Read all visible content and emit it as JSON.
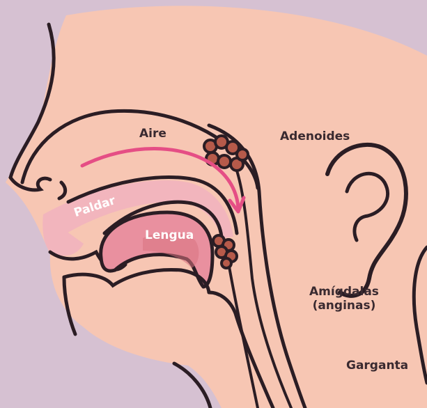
{
  "labels": {
    "aire": "Aire",
    "adenoides": "Adenoides",
    "paladar": "Paldar",
    "lengua": "Lengua",
    "amigdalas_line1": "Amígdalas",
    "amigdalas_line2": "(anginas)",
    "garganta": "Garganta"
  },
  "colors": {
    "background": "#d6c1d2",
    "skin": "#f7c6b3",
    "outline": "#2b1d24",
    "palate": "#f2b5bd",
    "tongue": "#e9909f",
    "tongue_dark": "#d9727f",
    "tonsils": "#b65a4a",
    "air_arrow": "#e54e85"
  }
}
